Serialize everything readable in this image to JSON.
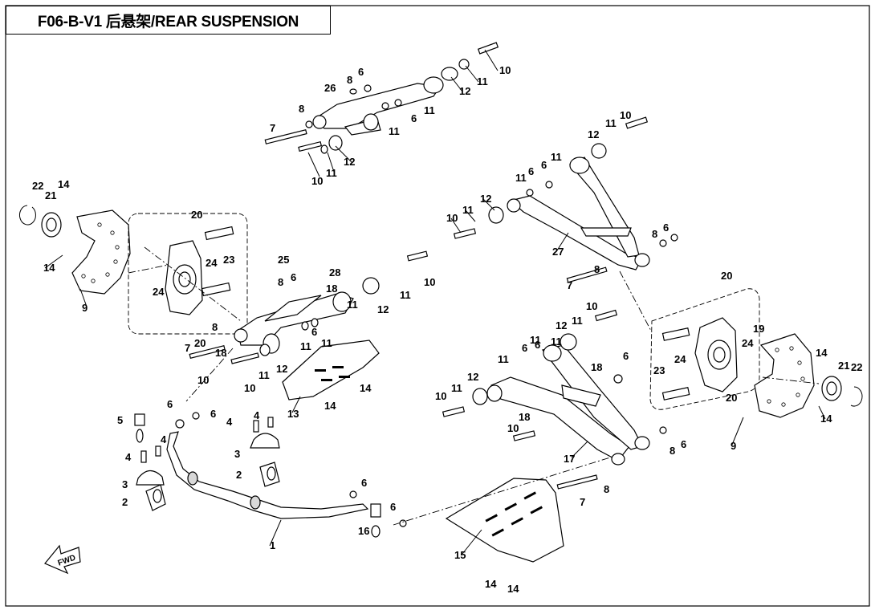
{
  "title": "F06-B-V1 后悬架/REAR SUSPENSION",
  "fwd_label": "FWD",
  "callouts": [
    {
      "id": "c10a",
      "text": "10"
    },
    {
      "id": "c11a",
      "text": "11"
    },
    {
      "id": "c12a",
      "text": "12"
    },
    {
      "id": "c8a",
      "text": "8"
    },
    {
      "id": "c6a",
      "text": "6"
    },
    {
      "id": "c26",
      "text": "26"
    },
    {
      "id": "c8b",
      "text": "8"
    },
    {
      "id": "c6b",
      "text": "6"
    },
    {
      "id": "c11b",
      "text": "11"
    },
    {
      "id": "c11c",
      "text": "11"
    },
    {
      "id": "c7a",
      "text": "7"
    },
    {
      "id": "c10b",
      "text": "10"
    },
    {
      "id": "c11d",
      "text": "11"
    },
    {
      "id": "c12b",
      "text": "12"
    },
    {
      "id": "c10c",
      "text": "10"
    },
    {
      "id": "c11e",
      "text": "11"
    },
    {
      "id": "c12c",
      "text": "12"
    },
    {
      "id": "c11f",
      "text": "11"
    },
    {
      "id": "c6c",
      "text": "6"
    },
    {
      "id": "c6d",
      "text": "6"
    },
    {
      "id": "c11g",
      "text": "11"
    },
    {
      "id": "c12d",
      "text": "12"
    },
    {
      "id": "c11h",
      "text": "11"
    },
    {
      "id": "c10d",
      "text": "10"
    },
    {
      "id": "c27",
      "text": "27"
    },
    {
      "id": "c8c",
      "text": "8"
    },
    {
      "id": "c6e",
      "text": "6"
    },
    {
      "id": "c22a",
      "text": "22"
    },
    {
      "id": "c21a",
      "text": "21"
    },
    {
      "id": "c14a",
      "text": "14"
    },
    {
      "id": "c14b",
      "text": "14"
    },
    {
      "id": "c9a",
      "text": "9"
    },
    {
      "id": "c20a",
      "text": "20"
    },
    {
      "id": "c24a",
      "text": "24"
    },
    {
      "id": "c23a",
      "text": "23"
    },
    {
      "id": "c25",
      "text": "25"
    },
    {
      "id": "c24b",
      "text": "24"
    },
    {
      "id": "c20b",
      "text": "20"
    },
    {
      "id": "c8d",
      "text": "8"
    },
    {
      "id": "c6f",
      "text": "6"
    },
    {
      "id": "c28",
      "text": "28"
    },
    {
      "id": "c18a",
      "text": "18"
    },
    {
      "id": "c11i",
      "text": "11"
    },
    {
      "id": "c10e",
      "text": "10"
    },
    {
      "id": "c12e",
      "text": "12"
    },
    {
      "id": "c11j",
      "text": "11"
    },
    {
      "id": "c8e",
      "text": "8"
    },
    {
      "id": "c7b",
      "text": "7"
    },
    {
      "id": "c10f",
      "text": "10"
    },
    {
      "id": "c18b",
      "text": "18"
    },
    {
      "id": "c10g",
      "text": "10"
    },
    {
      "id": "c11k",
      "text": "11"
    },
    {
      "id": "c12f",
      "text": "12"
    },
    {
      "id": "c11l",
      "text": "11"
    },
    {
      "id": "c6g",
      "text": "6"
    },
    {
      "id": "c11m",
      "text": "11"
    },
    {
      "id": "c13",
      "text": "13"
    },
    {
      "id": "c14c",
      "text": "14"
    },
    {
      "id": "c14d",
      "text": "14"
    },
    {
      "id": "c8f",
      "text": "8"
    },
    {
      "id": "c7c",
      "text": "7"
    },
    {
      "id": "c10h",
      "text": "10"
    },
    {
      "id": "c11n",
      "text": "11"
    },
    {
      "id": "c12g",
      "text": "12"
    },
    {
      "id": "c11o",
      "text": "11"
    },
    {
      "id": "c6h",
      "text": "6"
    },
    {
      "id": "c6i",
      "text": "6"
    },
    {
      "id": "c11p",
      "text": "11"
    },
    {
      "id": "c11q",
      "text": "11"
    },
    {
      "id": "c6j",
      "text": "6"
    },
    {
      "id": "c18c",
      "text": "18"
    },
    {
      "id": "c10i",
      "text": "10"
    },
    {
      "id": "c11r",
      "text": "11"
    },
    {
      "id": "c12h",
      "text": "12"
    },
    {
      "id": "c10j",
      "text": "10"
    },
    {
      "id": "c18d",
      "text": "18"
    },
    {
      "id": "c17",
      "text": "17"
    },
    {
      "id": "c20c",
      "text": "20"
    },
    {
      "id": "c19",
      "text": "19"
    },
    {
      "id": "c24c",
      "text": "24"
    },
    {
      "id": "c24d",
      "text": "24"
    },
    {
      "id": "c23b",
      "text": "23"
    },
    {
      "id": "c20d",
      "text": "20"
    },
    {
      "id": "c14e",
      "text": "14"
    },
    {
      "id": "c21b",
      "text": "21"
    },
    {
      "id": "c22b",
      "text": "22"
    },
    {
      "id": "c14f",
      "text": "14"
    },
    {
      "id": "c9b",
      "text": "9"
    },
    {
      "id": "c8g",
      "text": "8"
    },
    {
      "id": "c6k",
      "text": "6"
    },
    {
      "id": "c6l",
      "text": "6"
    },
    {
      "id": "c5",
      "text": "5"
    },
    {
      "id": "c6m",
      "text": "6"
    },
    {
      "id": "c4a",
      "text": "4"
    },
    {
      "id": "c4b",
      "text": "4"
    },
    {
      "id": "c4c",
      "text": "4"
    },
    {
      "id": "c4d",
      "text": "4"
    },
    {
      "id": "c3a",
      "text": "3"
    },
    {
      "id": "c3b",
      "text": "3"
    },
    {
      "id": "c2a",
      "text": "2"
    },
    {
      "id": "c2b",
      "text": "2"
    },
    {
      "id": "c1",
      "text": "1"
    },
    {
      "id": "c6n",
      "text": "6"
    },
    {
      "id": "c6o",
      "text": "6"
    },
    {
      "id": "c16",
      "text": "16"
    },
    {
      "id": "c8h",
      "text": "8"
    },
    {
      "id": "c7d",
      "text": "7"
    },
    {
      "id": "c15",
      "text": "15"
    },
    {
      "id": "c14g",
      "text": "14"
    },
    {
      "id": "c14h",
      "text": "14"
    }
  ]
}
